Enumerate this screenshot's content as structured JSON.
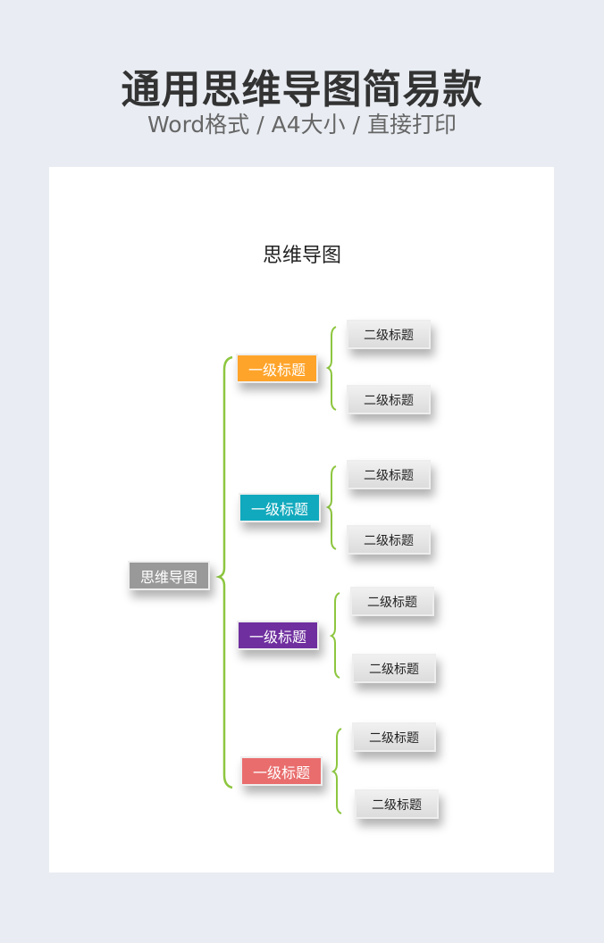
{
  "header": {
    "title": "通用思维导图简易款",
    "subtitle": "Word格式 / A4大小 / 直接打印"
  },
  "document": {
    "title": "思维导图"
  },
  "mindmap": {
    "root": "思维导图",
    "bracket_color": "#8dc63f",
    "branches": [
      {
        "label": "一级标题",
        "color": "#ffa42a",
        "children": [
          "二级标题",
          "二级标题"
        ]
      },
      {
        "label": "一级标题",
        "color": "#11a9bd",
        "children": [
          "二级标题",
          "二级标题"
        ]
      },
      {
        "label": "一级标题",
        "color": "#6f2f9f",
        "children": [
          "二级标题",
          "二级标题"
        ]
      },
      {
        "label": "一级标题",
        "color": "#e96d6d",
        "children": [
          "二级标题",
          "二级标题"
        ]
      }
    ]
  }
}
